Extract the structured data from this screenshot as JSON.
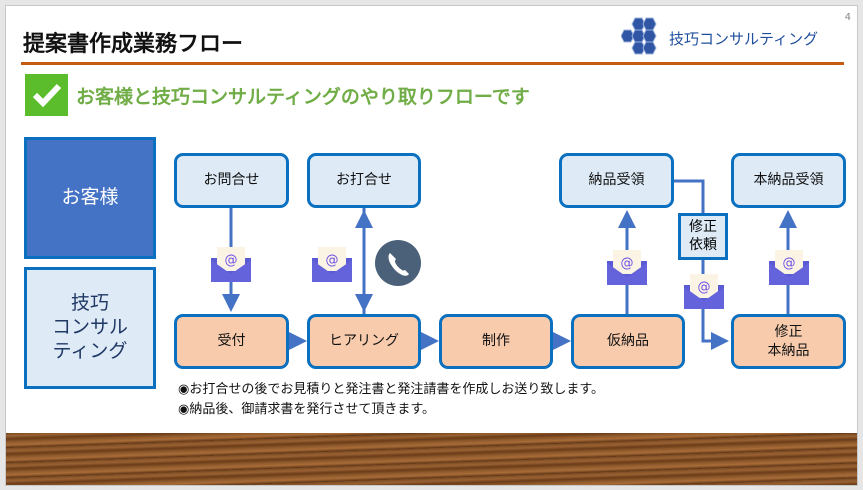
{
  "page": {
    "title": "提案書作成業務フロー",
    "page_number": "4",
    "subtitle": "お客様と技巧コンサルティングのやり取りフローです"
  },
  "logo": {
    "text": "技巧コンサルティング"
  },
  "actors": {
    "customer": "お客様",
    "company": "技巧\nコンサル\nティング"
  },
  "flow": {
    "top": [
      "お問合せ",
      "お打合せ",
      "納品受領",
      "本納品受領"
    ],
    "bottom": [
      "受付",
      "ヒアリング",
      "制作",
      "仮納品",
      "修正\n本納品"
    ],
    "revision_request": "修正\n依頼"
  },
  "notes": [
    "◉お打合せの後でお見積りと発注書と発注請書を作成しお送り致します。",
    "◉納品後、御請求書を発行させて頂きます。"
  ],
  "colors": {
    "accent": "#c55a11",
    "green": "#70ad47",
    "blue": "#0b70c0",
    "peach": "#f8cbad",
    "light_blue": "#deebf7"
  }
}
